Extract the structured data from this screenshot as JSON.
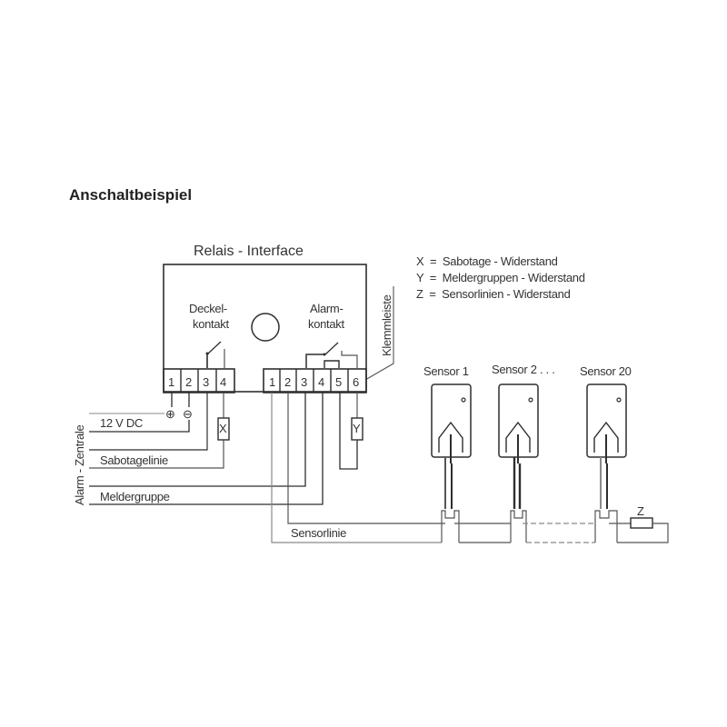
{
  "title": "Anschaltbeispiel",
  "interface": {
    "title": "Relais - Interface",
    "deckel_line1": "Deckel-",
    "deckel_line2": "kontakt",
    "alarm_line1": "Alarm-",
    "alarm_line2": "kontakt",
    "klemmleiste": "Klemmleiste",
    "left_terminals": [
      "1",
      "2",
      "3",
      "4"
    ],
    "right_terminals": [
      "1",
      "2",
      "3",
      "4",
      "5",
      "6"
    ]
  },
  "legend": [
    {
      "key": "X",
      "text": "X  =  Sabotage - Widerstand"
    },
    {
      "key": "Y",
      "text": "Y  =  Meldergruppen - Widerstand"
    },
    {
      "key": "Z",
      "text": "Z  =  Sensorlinien - Widerstand"
    }
  ],
  "wiring": {
    "side_label": "Alarm - Zentrale",
    "plus_symbol": "⊕",
    "minus_symbol": "⊖",
    "voltage": "12 V DC",
    "sabotage": "Sabotagelinie",
    "meldergruppe": "Meldergruppe",
    "sensorlinie": "Sensorlinie",
    "resistor_x": "X",
    "resistor_y": "Y",
    "resistor_z": "Z"
  },
  "sensors": [
    {
      "label": "Sensor 1"
    },
    {
      "label": "Sensor 2 . . ."
    },
    {
      "label": "Sensor 20"
    }
  ]
}
